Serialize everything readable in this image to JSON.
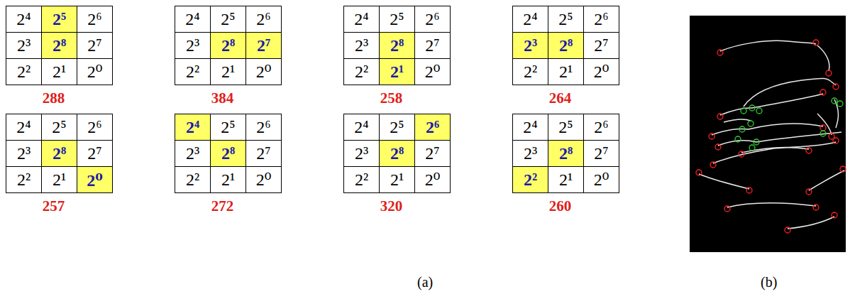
{
  "diagram": {
    "nodes": [
      {
        "text": [
          "288"
        ]
      },
      {
        "text": [
          "2⁴"
        ],
        "in": 0
      },
      {
        "text": [
          "2⁵"
        ],
        "in": 0
      },
      {
        "text": [
          "2⁶"
        ],
        "in": 0
      },
      {
        "text": [
          "2³"
        ],
        "in": 0
      },
      {
        "text": [
          "2⁸"
        ],
        "in": 0
      },
      {
        "text": [
          "2⁷"
        ],
        "in": 0
      },
      {
        "text": [
          "2²"
        ],
        "in": 0
      },
      {
        "text": [
          "2¹"
        ],
        "in": 0
      },
      {
        "text": [
          "2⁰"
        ],
        "in": 0
      },
      {
        "text": [
          "384"
        ]
      },
      {
        "text": [
          "2⁴"
        ],
        "in": 10
      },
      {
        "text": [
          "2⁵"
        ],
        "in": 10
      },
      {
        "text": [
          "2⁶"
        ],
        "in": 10
      },
      {
        "text": [
          "2³"
        ],
        "in": 10
      },
      {
        "text": [
          "2⁸"
        ],
        "in": 10
      },
      {
        "text": [
          "2⁷"
        ],
        "in": 10
      },
      {
        "text": [
          "2²"
        ],
        "in": 10
      },
      {
        "text": [
          "2¹"
        ],
        "in": 10
      },
      {
        "text": [
          "2⁰"
        ],
        "in": 10
      },
      {
        "text": [
          "258"
        ]
      },
      {
        "text": [
          "2⁴"
        ],
        "in": 20
      },
      {
        "text": [
          "2⁵"
        ],
        "in": 20
      },
      {
        "text": [
          "2⁶"
        ],
        "in": 20
      },
      {
        "text": [
          "2³"
        ],
        "in": 20
      },
      {
        "text": [
          "2⁸"
        ],
        "in": 20
      },
      {
        "text": [
          "2⁷"
        ],
        "in": 20
      },
      {
        "text": [
          "2²"
        ],
        "in": 20
      },
      {
        "text": [
          "2¹"
        ],
        "in": 20
      },
      {
        "text": [
          "2⁰"
        ],
        "in": 20
      },
      {
        "text": [
          "264"
        ]
      },
      {
        "text": [
          "2⁴"
        ],
        "in": 30
      },
      {
        "text": [
          "2⁵"
        ],
        "in": 30
      },
      {
        "text": [
          "2⁶"
        ],
        "in": 30
      },
      {
        "text": [
          "2³"
        ],
        "in": 30
      },
      {
        "text": [
          "2⁸"
        ],
        "in": 30
      },
      {
        "text": [
          "2⁷"
        ],
        "in": 30
      },
      {
        "text": [
          "2²"
        ],
        "in": 30
      },
      {
        "text": [
          "2¹"
        ],
        "in": 30
      },
      {
        "text": [
          "2⁰"
        ],
        "in": 30
      },
      {
        "text": [
          "257"
        ]
      },
      {
        "text": [
          "2⁴"
        ],
        "in": 40
      },
      {
        "text": [
          "2⁵"
        ],
        "in": 40
      },
      {
        "text": [
          "2⁶"
        ],
        "in": 40
      },
      {
        "text": [
          "2³"
        ],
        "in": 40
      },
      {
        "text": [
          "2⁸"
        ],
        "in": 40
      },
      {
        "text": [
          "2⁷"
        ],
        "in": 40
      },
      {
        "text": [
          "2²"
        ],
        "in": 40
      },
      {
        "text": [
          "2¹"
        ],
        "in": 40
      },
      {
        "text": [
          "2⁰"
        ],
        "in": 40
      },
      {
        "text": [
          "272"
        ]
      },
      {
        "text": [
          "2⁴"
        ],
        "in": 50
      },
      {
        "text": [
          "2⁵"
        ],
        "in": 50
      },
      {
        "text": [
          "2⁶"
        ],
        "in": 50
      },
      {
        "text": [
          "2³"
        ],
        "in": 50
      },
      {
        "text": [
          "2⁸"
        ],
        "in": 50
      },
      {
        "text": [
          "2⁷"
        ],
        "in": 50
      },
      {
        "text": [
          "2²"
        ],
        "in": 50
      },
      {
        "text": [
          "2¹"
        ],
        "in": 50
      },
      {
        "text": [
          "2⁰"
        ],
        "in": 50
      },
      {
        "text": [
          "320"
        ]
      },
      {
        "text": [
          "2⁴"
        ],
        "in": 60
      },
      {
        "text": [
          "2⁵"
        ],
        "in": 60
      },
      {
        "text": [
          "2⁶"
        ],
        "in": 60
      },
      {
        "text": [
          "2³"
        ],
        "in": 60
      },
      {
        "text": [
          "2⁸"
        ],
        "in": 60
      },
      {
        "text": [
          "2⁷"
        ],
        "in": 60
      },
      {
        "text": [
          "2²"
        ],
        "in": 60
      },
      {
        "text": [
          "2¹"
        ],
        "in": 60
      },
      {
        "text": [
          "2⁰"
        ],
        "in": 60
      },
      {
        "text": [
          "260"
        ]
      },
      {
        "text": [
          "2⁴"
        ],
        "in": 70
      },
      {
        "text": [
          "2⁵"
        ],
        "in": 70
      },
      {
        "text": [
          "2⁶"
        ],
        "in": 70
      },
      {
        "text": [
          "2³"
        ],
        "in": 70
      },
      {
        "text": [
          "2⁸"
        ],
        "in": 70
      },
      {
        "text": [
          "2⁷"
        ],
        "in": 70
      },
      {
        "text": [
          "2²"
        ],
        "in": 70
      },
      {
        "text": [
          "2¹"
        ],
        "in": 70
      },
      {
        "text": [
          "2⁰"
        ],
        "in": 70
      }
    ],
    "labels": [
      "(a)",
      "(b)"
    ]
  }
}
